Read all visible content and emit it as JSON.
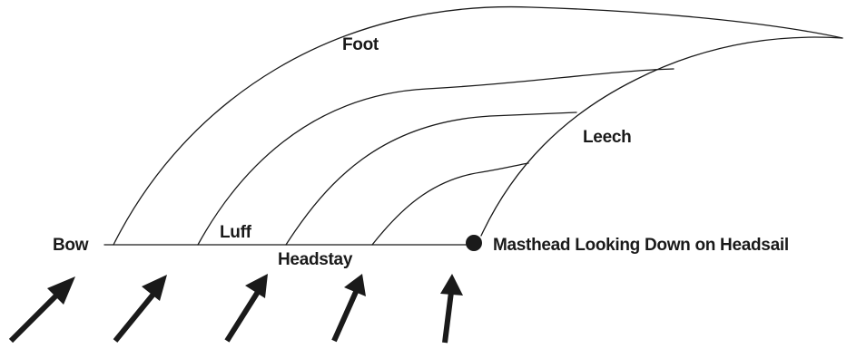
{
  "labels": {
    "foot": "Foot",
    "leech": "Leech",
    "bow": "Bow",
    "luff": "Luff",
    "headstay": "Headstay",
    "masthead": "Masthead Looking Down on Headsail"
  },
  "colors": {
    "ink": "#1a1a1a",
    "background": "#ffffff"
  },
  "wind_arrow_count": 5
}
